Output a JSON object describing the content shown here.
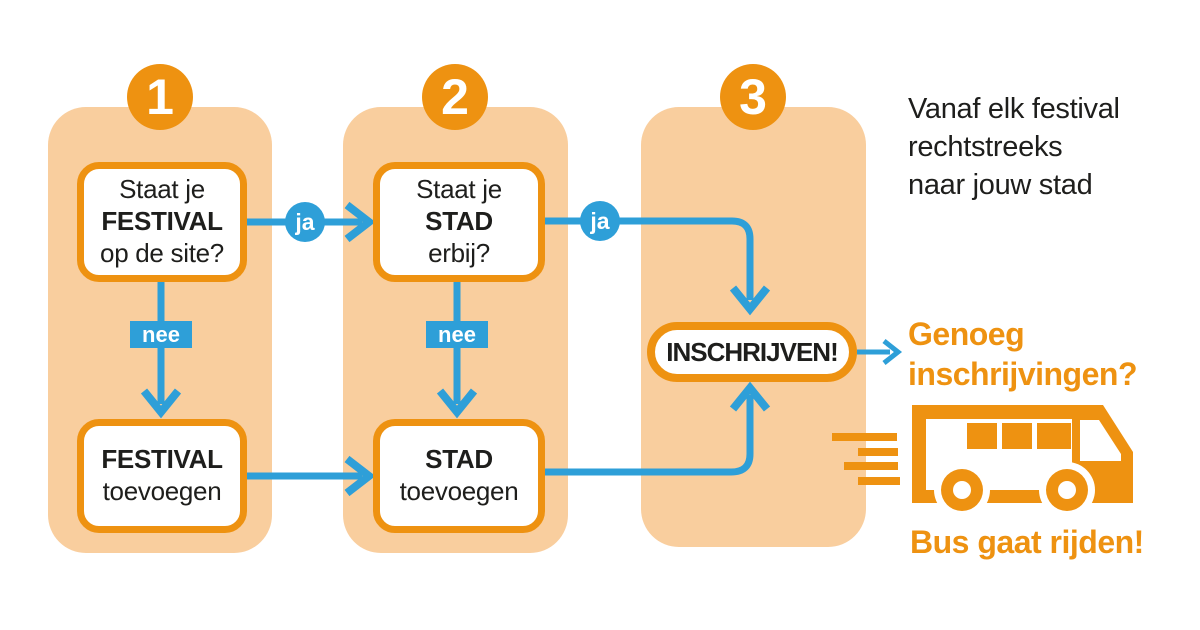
{
  "colors": {
    "orange": "#EE9211",
    "panel_orange": "#F9CE9E",
    "blue": "#2E9FD8",
    "text": "#1E1E1C"
  },
  "steps": [
    {
      "number": "1",
      "question": {
        "line1": "Staat je",
        "line2_bold": "FESTIVAL",
        "line3": "op de site?"
      },
      "yes_label": "ja",
      "no_label": "nee",
      "action": {
        "line1_bold": "FESTIVAL",
        "line2": "toevoegen"
      }
    },
    {
      "number": "2",
      "question": {
        "line1": "Staat je",
        "line2_bold": "STAD",
        "line3": "erbij?"
      },
      "yes_label": "ja",
      "no_label": "nee",
      "action": {
        "line1_bold": "STAD",
        "line2": "toevoegen"
      }
    },
    {
      "number": "3",
      "cta": "INSCHRIJVEN!"
    }
  ],
  "annotations": {
    "tagline": {
      "line1": "Vanaf elk festival",
      "line2": "rechtstreeks",
      "line3": "naar jouw stad"
    },
    "enough": {
      "line1": "Genoeg",
      "line2": "inschrijvingen?"
    },
    "result": "Bus gaat rijden!"
  },
  "icons": {
    "bus": "bus-icon",
    "speed_lines": "speed-lines-icon"
  }
}
